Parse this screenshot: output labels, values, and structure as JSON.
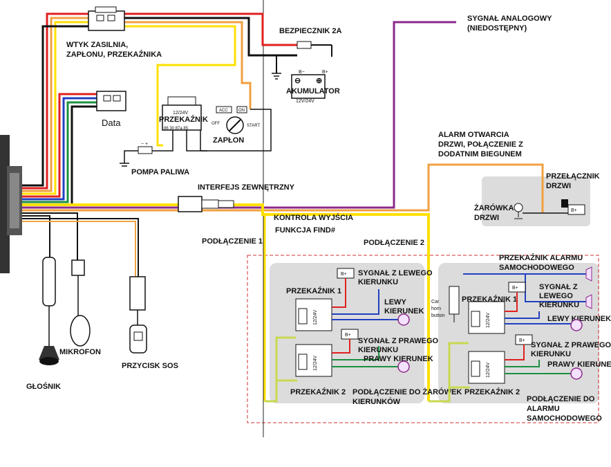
{
  "labels": {
    "power_plug": [
      "WTYK ZASILNIA,",
      "ZAPŁONU, PRZEKAŹNIKA"
    ],
    "data": "Data",
    "fuse": "BEZPIECZNIK 2A",
    "battery": "AKUMULATOR",
    "battery_voltage": "12V/24V",
    "battery_minus": "B−",
    "battery_plus": "B+",
    "relay_voltage": "12/24V",
    "relay": "PRZEKAŹNIK",
    "relay_pins": "86 30 87a 85",
    "ignition": "ZAPŁON",
    "acc": "ACC",
    "on": "ON",
    "off": "OFF",
    "start": "START",
    "fuel_pump": "POMPA PALIWA",
    "analog_signal": [
      "SYGNAŁ ANALOGOWY",
      "(NIEDOSTĘPNY)"
    ],
    "door_alarm": [
      "ALARM OTWARCIA",
      "DRZWI, POŁĄCZENIE Z",
      "DODATNIM BIEGUNEM"
    ],
    "door_switch": [
      "PRZEŁĄCZNIK",
      "DRZWI"
    ],
    "door_bulb": [
      "ŻARÓWKA",
      "DRZWI"
    ],
    "external_interface": "INTERFEJS ZEWNĘTRZNY",
    "output_control": "KONTROLA WYJŚCIA",
    "find_function": "FUNKCJA FIND#",
    "connection1": "PODŁĄCZENIE 1",
    "connection2": "PODŁĄCZENIE 2",
    "microphone": "MIKROFON",
    "speaker": "GŁOŚNIK",
    "sos_button": "PRZYCISK SOS",
    "b_plus": "B+",
    "relay1": "PRZEKAŹNIK 1",
    "relay2": "PRZEKAŹNIK 2",
    "left_signal": [
      "SYGNAŁ Z LEWEGO",
      "KIERUNKU"
    ],
    "left_turn": [
      "LEWY",
      "KIERUNEK"
    ],
    "right_signal": [
      "SYGNAŁ Z PRAWEGO",
      "KIERUNKU"
    ],
    "right_turn": "PRAWY KIERUNEK",
    "bulb_connection": [
      "PODŁĄCZENIE DO ŻARÓWEK",
      "KIERUNKÓW"
    ],
    "car_alarm_relay": [
      "PRZEKAŹNIK ALARMU",
      "SAMOCHODOWEGO"
    ],
    "car_horn": [
      "Car",
      "horn",
      "button"
    ],
    "left_signal_r": [
      "SYGNAŁ Z",
      "LEWEGO",
      "KIERUNKU"
    ],
    "left_turn_r": "LEWY KIERUNEK",
    "right_signal_r": [
      "SYGNAŁ Z PRAWEGO",
      "KIERUNKU"
    ],
    "right_turn_r": "PRAWY KIERUNEK",
    "alarm_connection": [
      "PODŁĄCZENIE DO",
      "ALARMU",
      "SAMOCHODOWEGO"
    ]
  },
  "colors": {
    "red": "#e02020",
    "yellow": "#ffe000",
    "orange": "#f0a040",
    "purple": "#8b2a8b",
    "blue": "#2040c0",
    "green": "#1a9040",
    "black": "#111111",
    "panel": "#dcdcdc",
    "outline_red": "#d03030",
    "lime": "#c8d850"
  }
}
